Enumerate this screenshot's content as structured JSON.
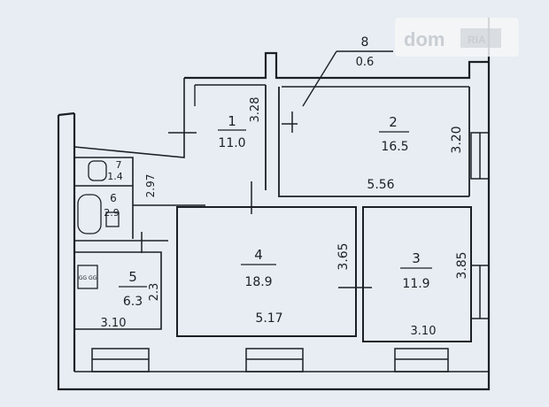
{
  "watermark": {
    "brand": "dom",
    "suffix": "RIA"
  },
  "rooms": [
    {
      "number": "1",
      "area": "11.0"
    },
    {
      "number": "2",
      "area": "16.5"
    },
    {
      "number": "3",
      "area": "11.9"
    },
    {
      "number": "4",
      "area": "18.9"
    },
    {
      "number": "5",
      "area": "6.3"
    },
    {
      "number": "6",
      "area": "2.9"
    },
    {
      "number": "7",
      "area": "1.4"
    },
    {
      "number": "8",
      "area": "0.6"
    }
  ],
  "dimensions": {
    "room1_side": "3.28",
    "room2_width": "5.56",
    "room2_side": "3.20",
    "room4_side": "3.65",
    "room4_width": "5.17",
    "room3_side": "3.85",
    "room3_width": "3.10",
    "room5_width": "3.10",
    "room5_side": "2.3",
    "corridor_side": "2.97"
  },
  "stove_label": "GG GG"
}
